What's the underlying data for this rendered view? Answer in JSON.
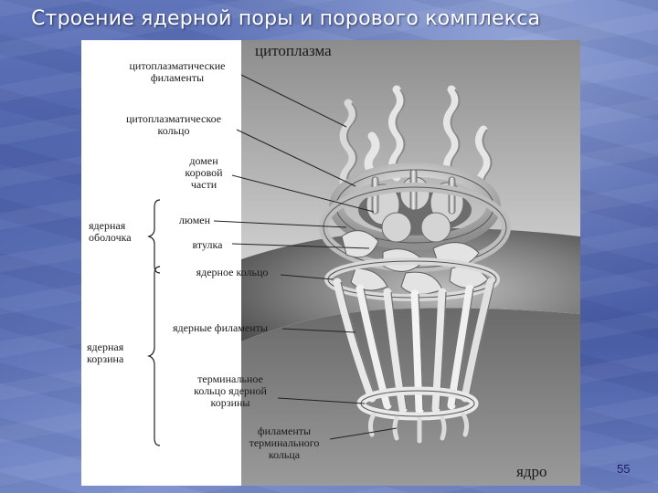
{
  "slide": {
    "title": "Строение ядерной поры и порового комплекса",
    "page_number": "55"
  },
  "diagram": {
    "region_top": "цитоплазма",
    "region_bottom": "ядро",
    "labels": {
      "cyto_filaments": "цитоплазматические\nфиламенты",
      "cyto_ring": "цитоплазматическое\nкольцо",
      "core_domain": "домен\nкоровой\nчасти",
      "nuclear_envelope": "ядерная\nоболочка",
      "lumen": "люмен",
      "plug": "втулка",
      "nuclear_ring": "ядерное кольцо",
      "nuclear_filaments": "ядерные филаменты",
      "nuclear_basket": "ядерная\nкорзина",
      "terminal_ring": "терминальное\nкольцо ядерной\nкорзины",
      "terminal_filaments": "филаменты\nтерминального\nкольца"
    }
  }
}
